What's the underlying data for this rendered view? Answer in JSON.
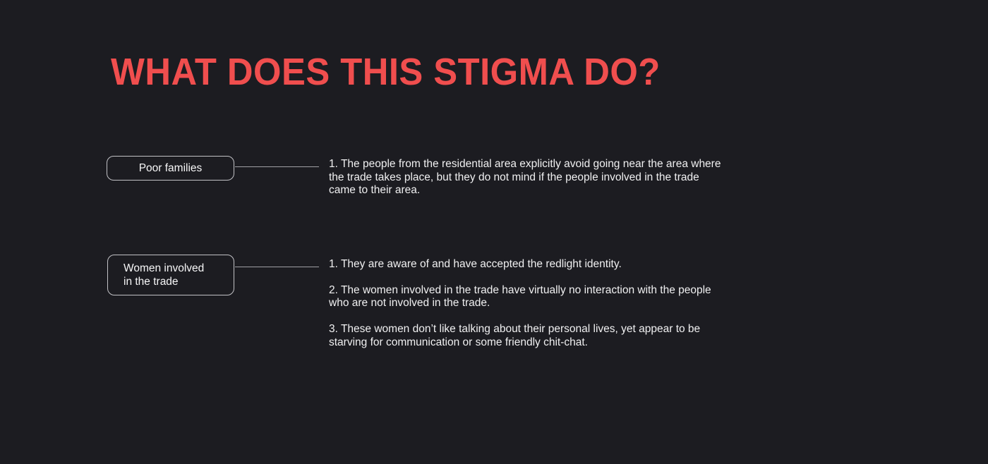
{
  "page": {
    "background_color": "#1c1c21",
    "accent_color": "#f04e4e",
    "box_border_color": "#c2c2c6",
    "connector_color": "#a0a0a5",
    "body_text_color": "#f0f0f1"
  },
  "title": "WHAT DOES THIS STIGMA DO?",
  "sections": [
    {
      "label": "Poor families",
      "points": [
        "1. The people from the residential area explicitly avoid going near the area where the trade takes place, but they do not mind if the people involved in the trade came to their area."
      ]
    },
    {
      "label": "Women involved\nin the trade",
      "points": [
        "1. They are aware of and have accepted the redlight identity.",
        "2. The women involved in the trade have virtually no interaction with the people who are not involved in the trade.",
        "3. These women don’t like talking about their personal lives, yet appear to be starving for communication or some friendly chit-chat."
      ]
    }
  ]
}
